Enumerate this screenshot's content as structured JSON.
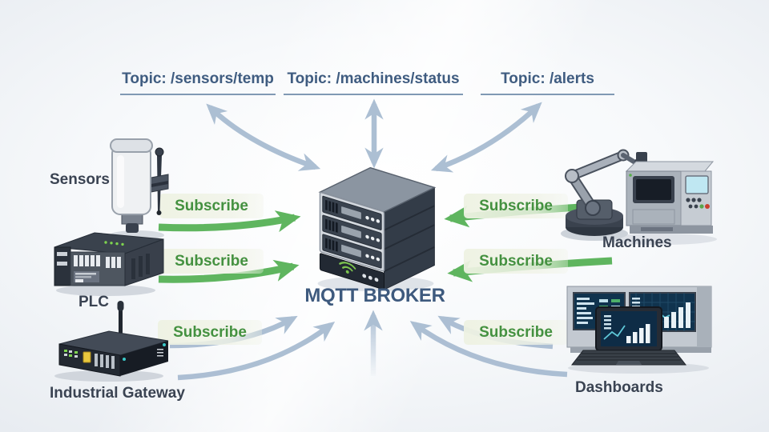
{
  "meta": {
    "type": "diagram",
    "subject": "MQTT publish/subscribe architecture"
  },
  "topics": [
    {
      "label": "Topic: /sensors/temp"
    },
    {
      "label": "Topic: /machines/status"
    },
    {
      "label": "Topic: /alerts"
    }
  ],
  "broker": {
    "label": "MQTT BROKER",
    "icon": "server-stack-icon"
  },
  "devices": {
    "left": [
      {
        "label": "Sensors",
        "icon": "industrial-sensor-icon"
      },
      {
        "label": "PLC",
        "icon": "plc-controller-icon"
      },
      {
        "label": "Industrial Gateway",
        "icon": "industrial-gateway-icon"
      }
    ],
    "right": [
      {
        "label": "Machines",
        "icon": "robot-arm-machine-icon"
      },
      {
        "label": "Dashboards",
        "icon": "dashboards-icon"
      }
    ]
  },
  "subscribe_label": "Subscribe",
  "connections": {
    "topic_broker_arrows": "bidirectional blue arrows between each topic and broker",
    "subscribe_arrows": "green arrows from devices toward broker (6 Subscribe labels)",
    "publish_flow_arrows": "curved blue arrows from gateway and dashboards toward broker"
  },
  "colors": {
    "background_edge": "#e8ecf1",
    "topic_text": "#3f5c80",
    "broker_title": "#3e5a7e",
    "device_label": "#3a4352",
    "subscribe_text": "#449140",
    "subscribe_pill_bg": "#eef2e2",
    "arrow_blue": "#a6bad0",
    "arrow_green": "#5fb55f",
    "wifi_green": "#7cc44f"
  }
}
